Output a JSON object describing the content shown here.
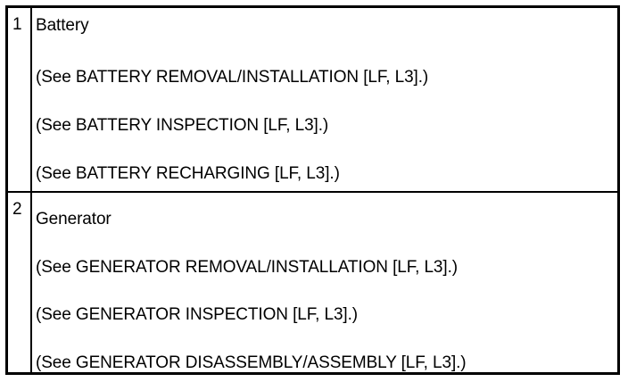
{
  "rows": [
    {
      "number": "1",
      "title": "Battery",
      "refs": [
        "(See BATTERY REMOVAL/INSTALLATION [LF, L3].)",
        "(See BATTERY INSPECTION [LF, L3].)",
        "(See BATTERY RECHARGING [LF, L3].)"
      ]
    },
    {
      "number": "2",
      "title": "Generator",
      "refs": [
        "(See GENERATOR REMOVAL/INSTALLATION [LF, L3].)",
        "(See GENERATOR INSPECTION [LF, L3].)",
        "(See GENERATOR DISASSEMBLY/ASSEMBLY [LF, L3].)"
      ]
    }
  ]
}
